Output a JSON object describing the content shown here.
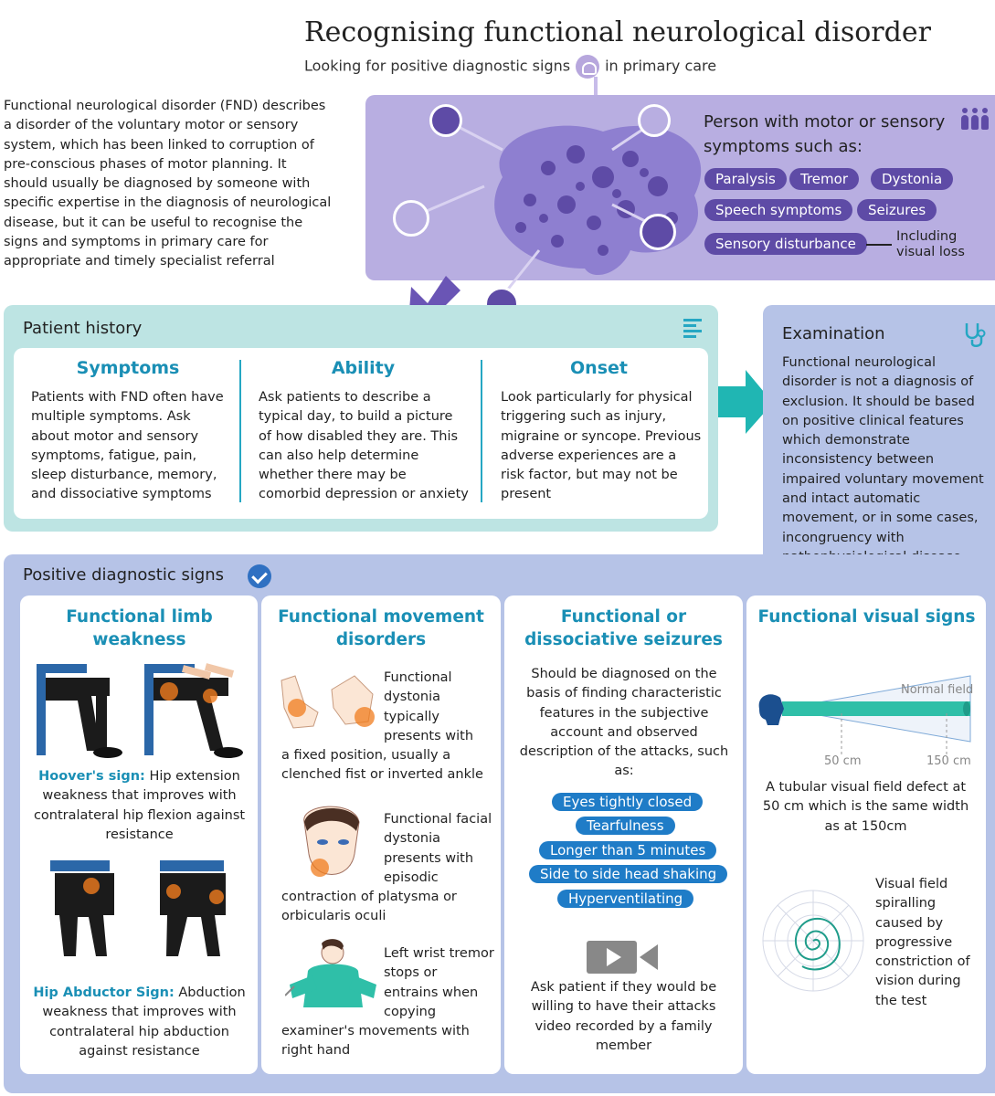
{
  "header": {
    "title": "Recognising functional neurological disorder",
    "subtitle_before": "Looking for positive diagnostic signs",
    "subtitle_after": "in primary care"
  },
  "intro": "Functional neurological disorder (FND) describes a disorder of the voluntary motor or sensory system, which has been linked to corruption of pre-conscious phases of motor planning. It should usually be diagnosed by someone with specific expertise in the diagnosis of neurological disease, but it can be useful to recognise the signs and symptoms in primary care for appropriate and timely specialist referral",
  "person": {
    "title": "Person with motor or sensory symptoms such as:",
    "symptoms": [
      "Paralysis",
      "Tremor",
      "Dystonia",
      "Speech symptoms",
      "Seizures",
      "Sensory disturbance"
    ],
    "note": "Including visual loss"
  },
  "history": {
    "title": "Patient history",
    "columns": [
      {
        "heading": "Symptoms",
        "text": "Patients with FND often have multiple symptoms. Ask about motor and sensory symptoms, fatigue, pain, sleep disturbance, memory, and dissociative symptoms"
      },
      {
        "heading": "Ability",
        "text": "Ask patients to describe a typical day, to build a picture of how disabled they are. This can also help determine whether there may be comorbid depression or anxiety"
      },
      {
        "heading": "Onset",
        "text": "Look particularly for physical triggering such as injury, migraine or syncope. Previous adverse experiences are a risk factor, but may not be present"
      }
    ]
  },
  "examination": {
    "title": "Examination",
    "text": "Functional neurological disorder is not a diagnosis of exclusion. It should be based on positive clinical features which demonstrate inconsistency between impaired voluntary movement and intact automatic movement, or in some cases, incongruency with pathophysiological disease"
  },
  "signs": {
    "title": "Positive diagnostic signs",
    "limb": {
      "heading": "Functional limb weakness",
      "hoover_label": "Hoover's sign:",
      "hoover_text": "Hip extension weakness that improves with contralateral hip flexion against resistance",
      "abductor_label": "Hip Abductor Sign:",
      "abductor_text": "Abduction weakness that improves with contralateral hip abduction against resistance"
    },
    "movement": {
      "heading": "Functional movement disorders",
      "dystonia": "Functional dystonia typically presents with a fixed position, usually a clenched fist or inverted ankle",
      "facial": "Functional facial dystonia presents with episodic contraction of platysma or orbicularis oculi",
      "tremor": "Left wrist tremor stops or entrains when copying examiner's movements with right hand"
    },
    "seizures": {
      "heading": "Functional or dissociative seizures",
      "text": "Should be diagnosed on the basis of finding characteristic features in the subjective account and observed description of the attacks, such as:",
      "features": [
        "Eyes tightly closed",
        "Tearfulness",
        "Longer than 5 minutes",
        "Side to side head shaking",
        "Hyperventilating"
      ],
      "video_text": "Ask patient if they would be willing to have their attacks video recorded by a family member"
    },
    "visual": {
      "heading": "Functional visual signs",
      "normal_field": "Normal field",
      "d1": "50 cm",
      "d2": "150 cm",
      "tubular_text": "A tubular visual field defect at 50 cm which is the same width as at 150cm",
      "spiral_text": "Visual field spiralling caused by progressive constriction of vision during the test"
    }
  },
  "colors": {
    "purple_panel": "#b8aee1",
    "purple_pill": "#5e4ba6",
    "teal_panel": "#bde4e3",
    "blue_panel": "#b6c3e7",
    "heading_blue": "#1a8fb5",
    "feature_pill": "#1f7cc7"
  }
}
